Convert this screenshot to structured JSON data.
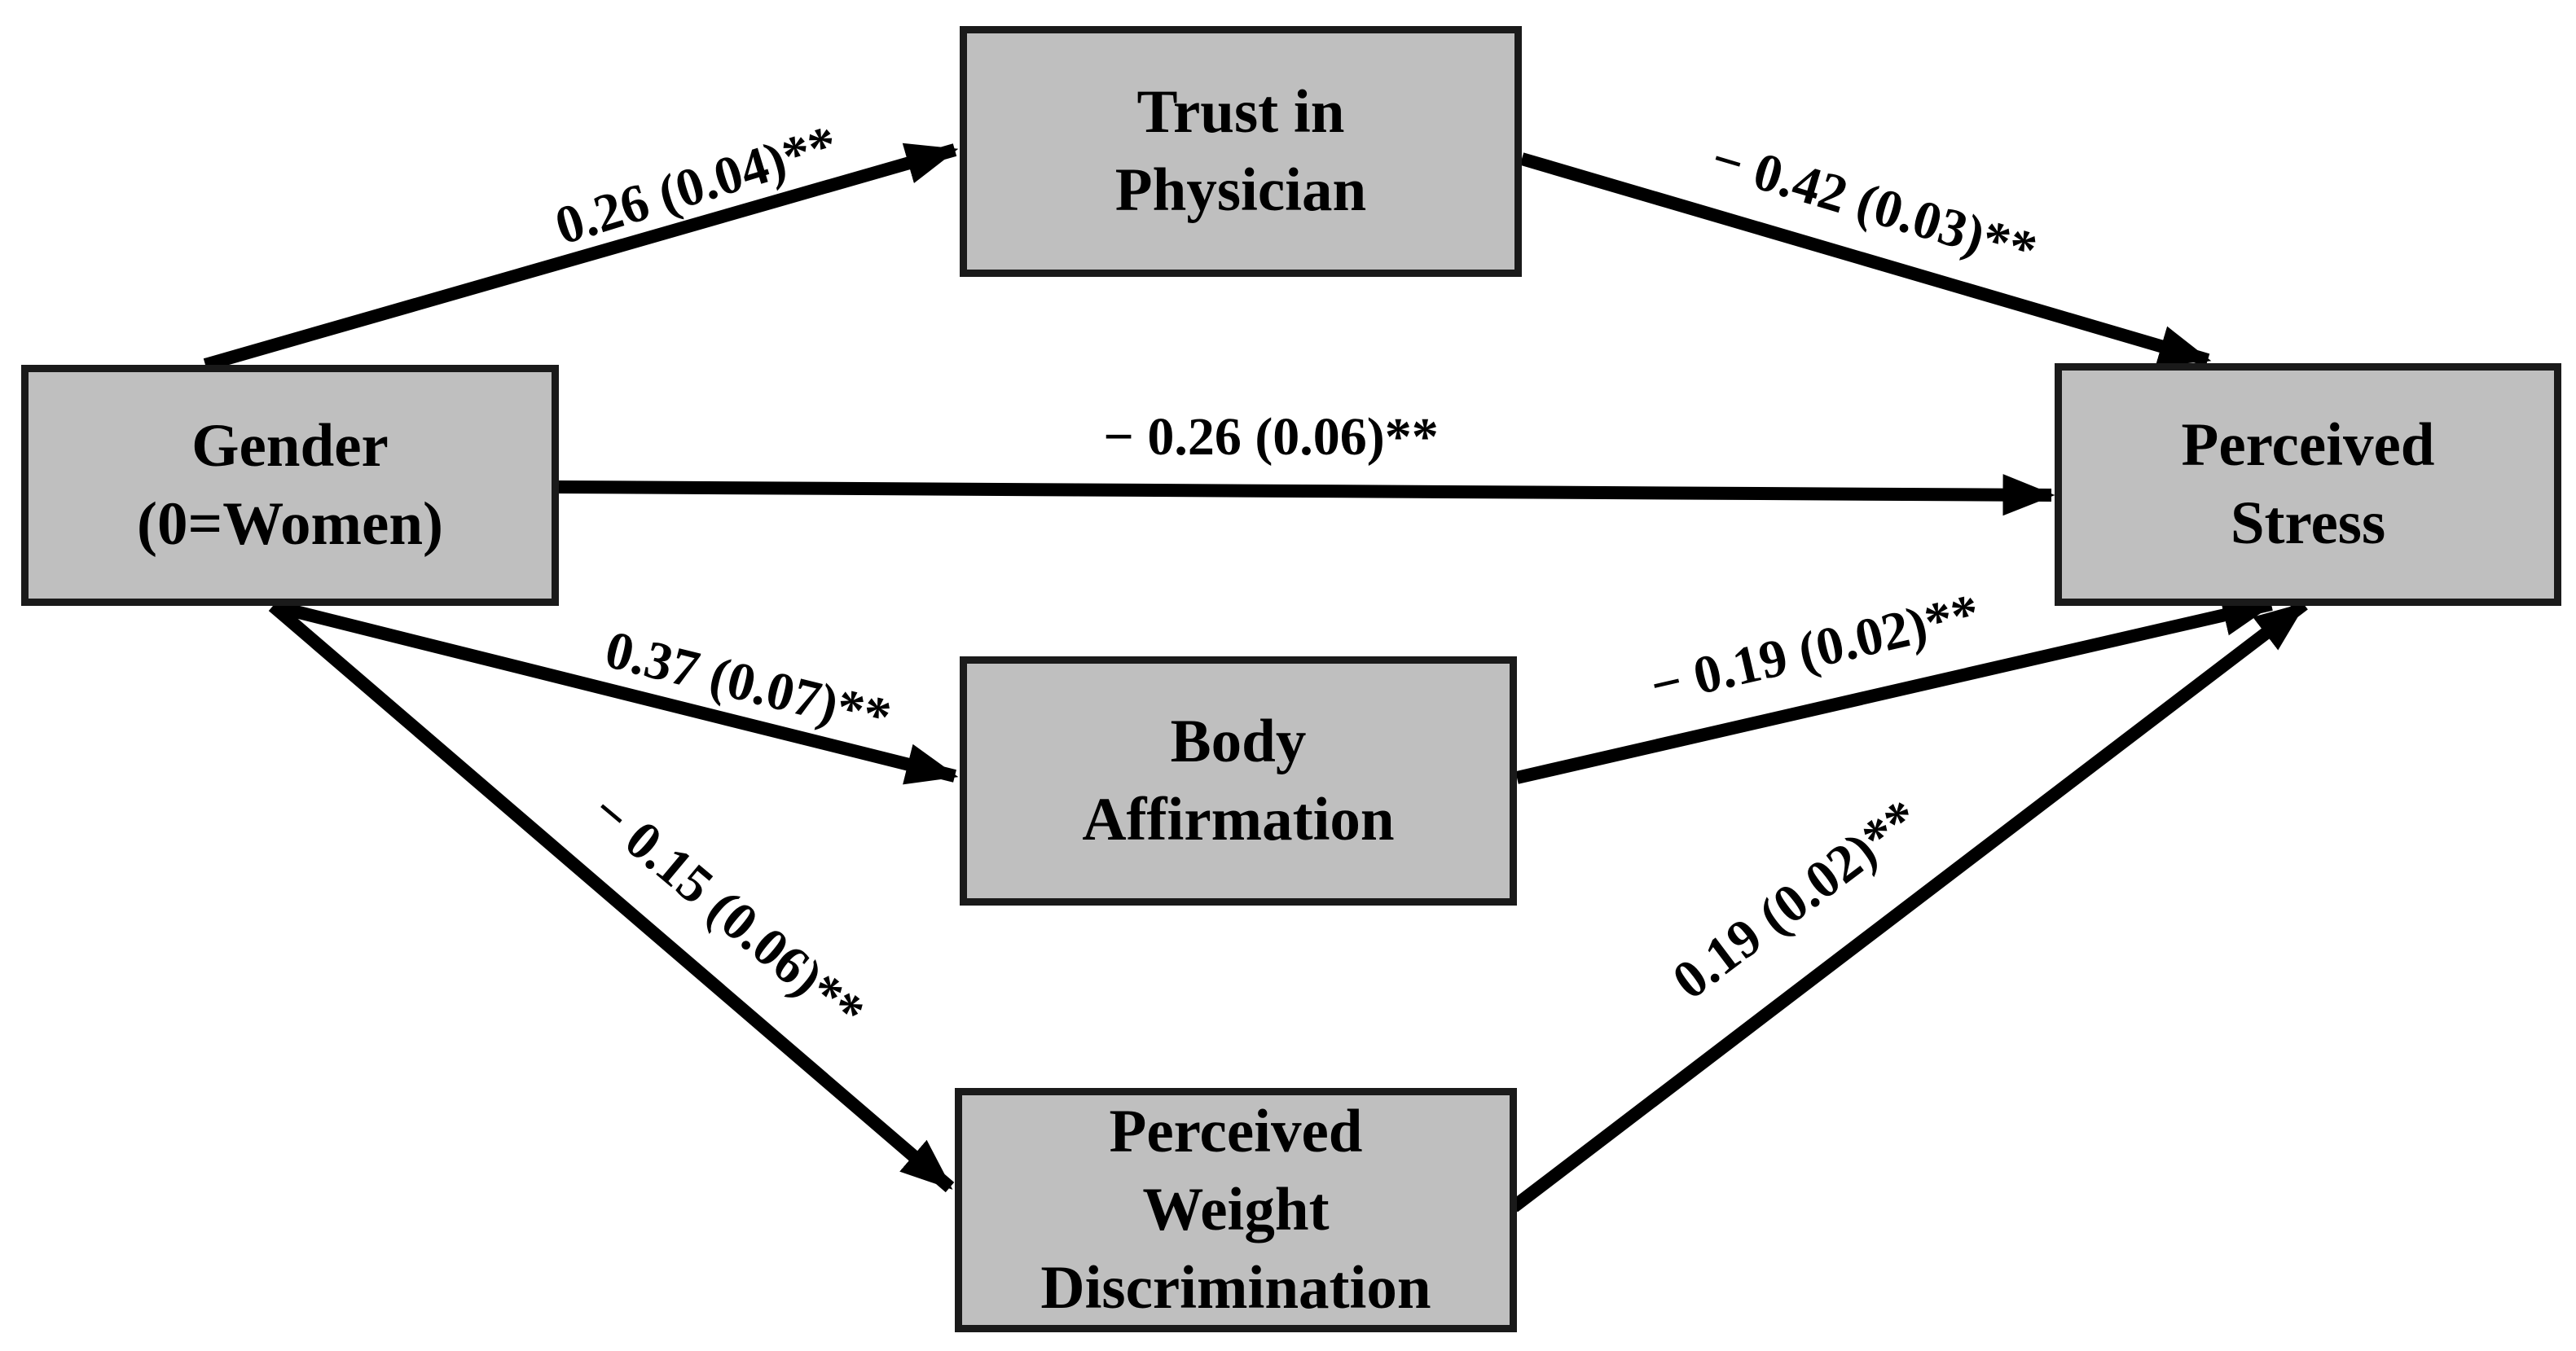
{
  "diagram": {
    "kind": "mediation-path-model",
    "nodes": [
      {
        "id": "gender",
        "label": "Gender\n(0=Women)"
      },
      {
        "id": "trust_in_physician",
        "label": "Trust in\nPhysician"
      },
      {
        "id": "perceived_stress",
        "label": "Perceived\nStress"
      },
      {
        "id": "body_affirmation",
        "label": "Body\nAffirmation"
      },
      {
        "id": "perceived_weight_discrimination",
        "label": "Perceived\nWeight\nDiscrimination"
      }
    ],
    "edges": [
      {
        "from": "gender",
        "to": "trust_in_physician",
        "label": "0.26 (0.04)**",
        "coefficient": "0.26",
        "std_error": "0.04",
        "significance": "**"
      },
      {
        "from": "trust_in_physician",
        "to": "perceived_stress",
        "label": "− 0.42 (0.03)**",
        "coefficient": "−0.42",
        "std_error": "0.03",
        "significance": "**"
      },
      {
        "from": "gender",
        "to": "perceived_stress",
        "label": "− 0.26 (0.06)**",
        "coefficient": "−0.26",
        "std_error": "0.06",
        "significance": "**"
      },
      {
        "from": "gender",
        "to": "body_affirmation",
        "label": "0.37 (0.07)**",
        "coefficient": "0.37",
        "std_error": "0.07",
        "significance": "**"
      },
      {
        "from": "body_affirmation",
        "to": "perceived_stress",
        "label": "− 0.19 (0.02)**",
        "coefficient": "−0.19",
        "std_error": "0.02",
        "significance": "**"
      },
      {
        "from": "gender",
        "to": "perceived_weight_discrimination",
        "label": "− 0.15 (0.06)**",
        "coefficient": "−0.15",
        "std_error": "0.06",
        "significance": "**"
      },
      {
        "from": "perceived_weight_discrimination",
        "to": "perceived_stress",
        "label": "0.19 (0.02)**",
        "coefficient": "0.19",
        "std_error": "0.02",
        "significance": "**"
      }
    ],
    "colors": {
      "node_fill": "#bfbfbf",
      "node_border": "#1a1a1a",
      "arrow": "#000000",
      "text": "#000000",
      "background": "#ffffff"
    }
  }
}
